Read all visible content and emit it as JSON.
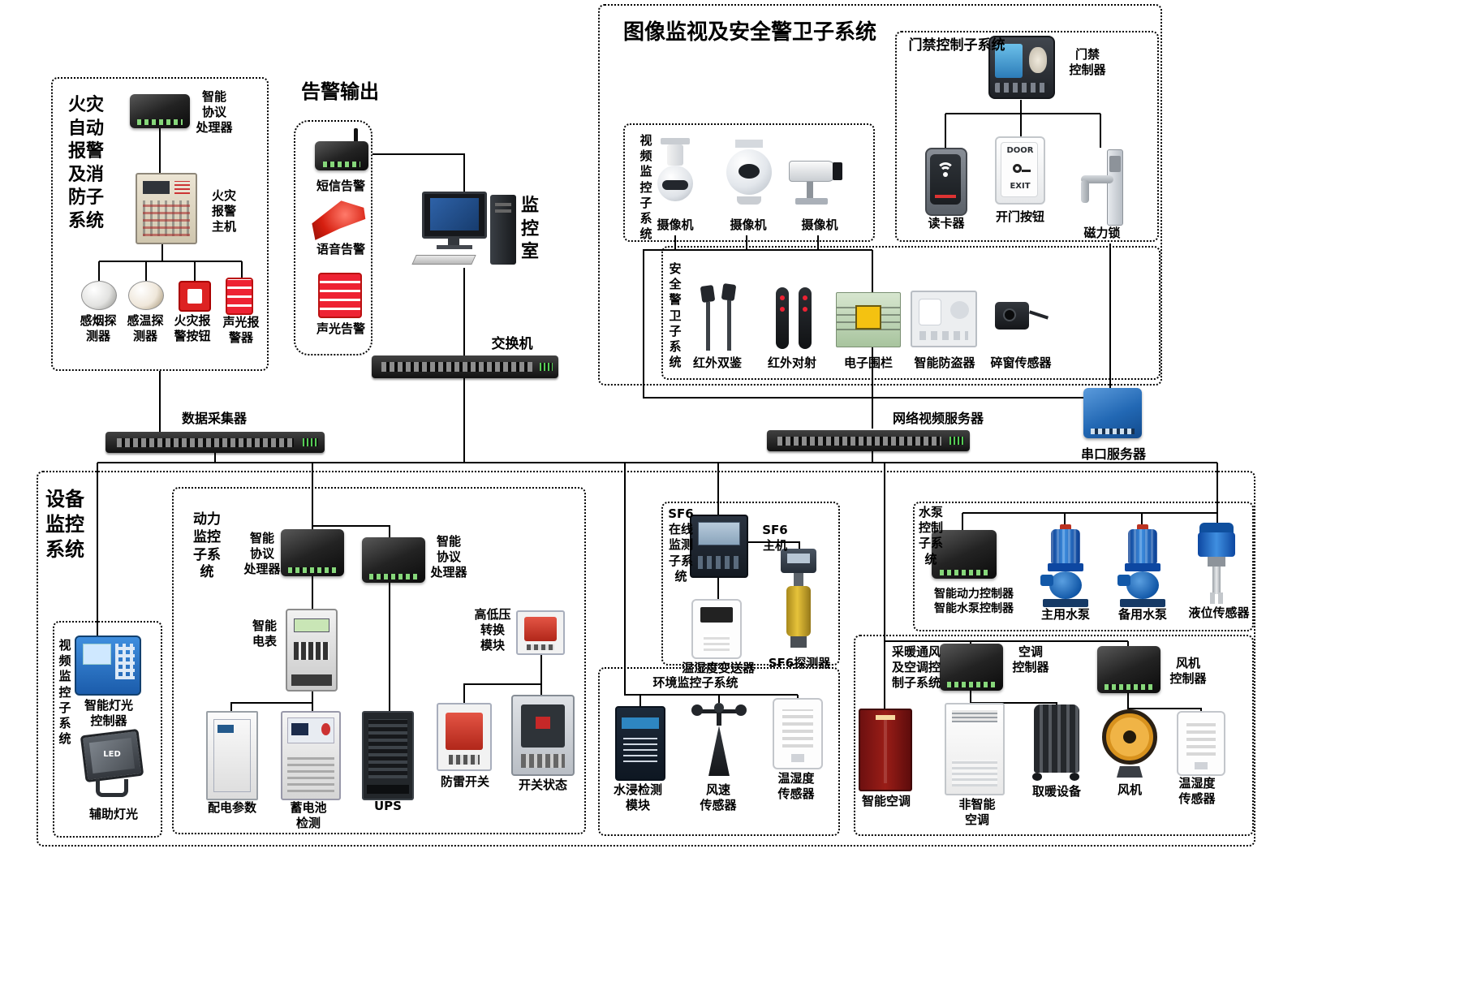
{
  "fire_system": {
    "title": "火灾\n自动\n报警\n及消\n防子\n系统",
    "processor_label": "智能\n协议\n处理器",
    "host_label": "火灾\n报警\n主机",
    "devices": [
      "感烟探\n测器",
      "感温探\n测器",
      "火灾报\n警按钮",
      "声光报\n警器"
    ]
  },
  "alarm_output": {
    "title": "告警输出",
    "items": [
      "短信告警",
      "语音告警",
      "声光告警"
    ]
  },
  "control_room": {
    "title": "监\n控\n室",
    "switch_label": "交换机"
  },
  "video_security": {
    "title": "图像监视及安全警卫子系统",
    "video_sub": {
      "title": "视\n频\n监\n控\n子\n系\n统",
      "cameras": [
        "摄像机",
        "摄像机",
        "摄像机"
      ]
    },
    "access_sub": {
      "title": "门禁控制子系统",
      "controller_label": "门禁\n控制器",
      "reader_label": "读卡器",
      "button_label": "开门按钮",
      "button_text_door": "DOOR",
      "button_text_exit": "EXIT",
      "lock_label": "磁力锁"
    },
    "guard_sub": {
      "title": "安\n全\n警\n卫\n子\n系\n统",
      "devices": [
        "红外双鉴",
        "红外对射",
        "电子围栏",
        "智能防盗器",
        "碎窗传感器"
      ]
    }
  },
  "backbone": {
    "collector_label": "数据采集器",
    "nvr_label": "网络视频服务器",
    "serial_label": "串口服务器"
  },
  "equipment_system": {
    "title": "设备\n监控\n系统",
    "power_sub": {
      "title": "动力\n监控\n子系\n统",
      "proc1_label": "智能\n协议\n处理器",
      "proc2_label": "智能\n协议\n处理器",
      "meter_label": "智能\n电表",
      "hv_label": "高低压\n转换\n模块",
      "dist_label": "配电参数",
      "battery_label": "蓄电池\n检测",
      "ups_label": "UPS",
      "lightning_label": "防雷开关",
      "breaker_label": "开关状态"
    },
    "sf6_sub": {
      "title": "SF6\n在线\n监测\n子系\n统",
      "host_label": "SF6\n主机",
      "transmitter_label": "温湿度变送器",
      "detector_label": "SF6探测器"
    },
    "env_sub": {
      "title": "环境监控子系统",
      "water_label": "水浸检测\n模块",
      "wind_label": "风速\n传感器",
      "th_label": "温湿度\n传感器"
    },
    "pump_sub": {
      "title": "水泵\n控制\n子系\n统",
      "controller_label": "智能动力控制器\n智能水泵控制器",
      "main_label": "主用水泵",
      "backup_label": "备用水泵",
      "level_label": "液位传感器"
    },
    "hvac_sub": {
      "title": "采暖通风\n及空调控\n制子系统",
      "ac_ctrl_label": "空调\n控制器",
      "fan_ctrl_label": "风机\n控制器",
      "smart_ac_label": "智能空调",
      "plain_ac_label": "非智能\n空调",
      "heater_label": "取暖设备",
      "fan_label": "风机",
      "th_label": "温湿度\n传感器"
    },
    "lighting_sub": {
      "title": "视\n频\n监\n控\n子\n系\n统",
      "controller_label": "智能灯光\n控制器",
      "aux_label": "辅助灯光",
      "led_text": "LED"
    }
  }
}
